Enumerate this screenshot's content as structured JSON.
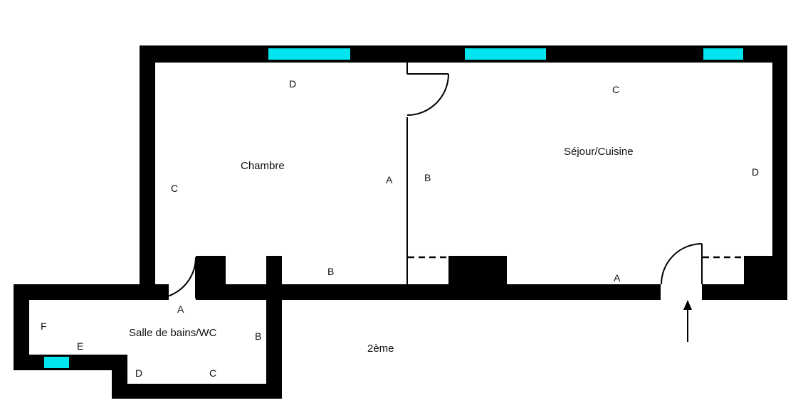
{
  "colors": {
    "wall": "#000000",
    "window": "#00e5ee",
    "background": "#ffffff"
  },
  "rooms": {
    "chambre": "Chambre",
    "sejour": "Séjour/Cuisine",
    "salle_de_bains": "Salle de bains/WC"
  },
  "floor_label": "2ème",
  "wall_letters": {
    "chambre_top": "D",
    "chambre_left": "C",
    "chambre_right": "A",
    "chambre_bottom": "B",
    "sejour_top": "C",
    "sejour_left": "B",
    "sejour_right": "D",
    "sejour_bottom": "A",
    "sdb_top": "A",
    "sdb_right": "B",
    "sdb_bottom_c": "C",
    "sdb_bottom_d": "D",
    "sdb_left_e": "E",
    "sdb_left_f": "F"
  },
  "icons": {
    "entrance": "up-arrow-icon"
  }
}
